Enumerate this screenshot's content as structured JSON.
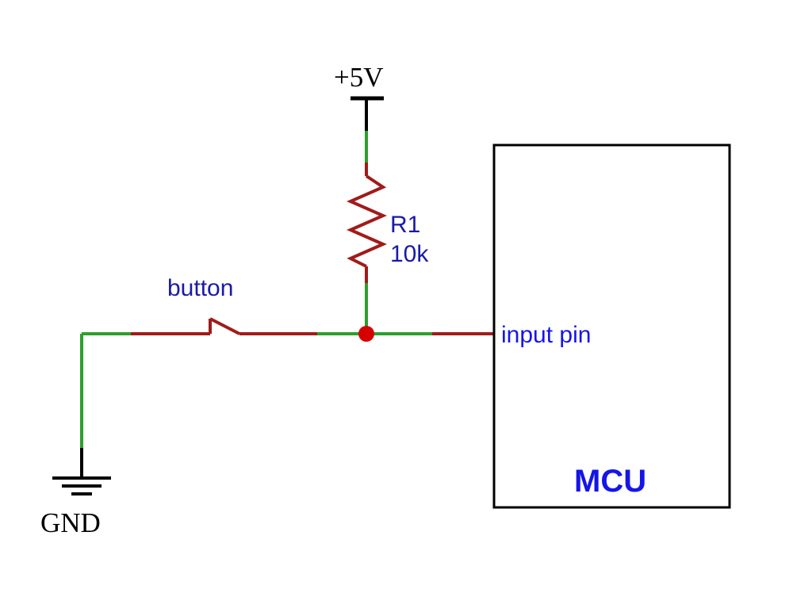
{
  "supply": {
    "label": "+5V"
  },
  "ground": {
    "label": "GND"
  },
  "resistor": {
    "ref": "R1",
    "value": "10k"
  },
  "switch": {
    "label": "button"
  },
  "mcu": {
    "label": "MCU",
    "pin_label": "input pin"
  },
  "colors": {
    "wire_green": "#2e9e2e",
    "wire_red": "#a01b1b",
    "junction": "#d40000",
    "label_blue": "#1a1aa6",
    "mcu_blue": "#1515e8",
    "outline": "#000000"
  }
}
